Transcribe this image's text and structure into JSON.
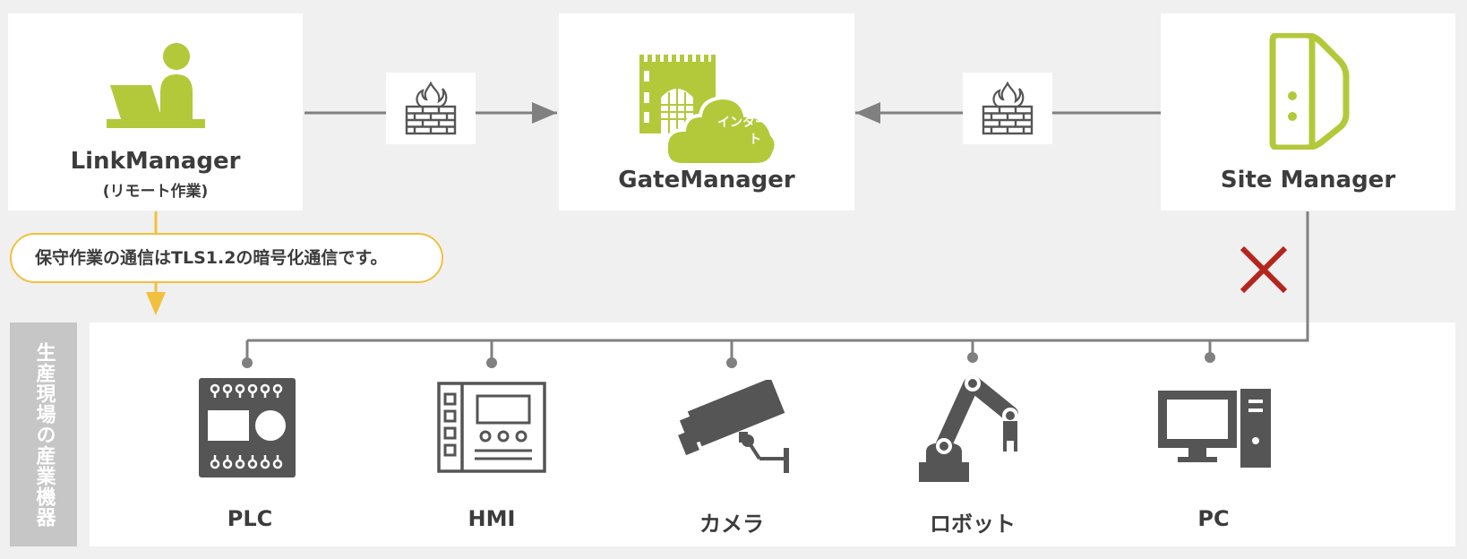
{
  "nodes": {
    "link_manager": {
      "title": "LinkManager",
      "subtitle": "(リモート作業)"
    },
    "gate_manager": {
      "title": "GateManager",
      "cloud_label_line1": "インターネッ",
      "cloud_label_line2": "ト"
    },
    "site_manager": {
      "title": "Site Manager"
    }
  },
  "callout": {
    "text": "保守作業の通信はTLS1.2の暗号化通信です。"
  },
  "field": {
    "label": "生産現場の産業機器"
  },
  "devices": [
    {
      "label": "PLC",
      "icon": "plc-icon"
    },
    {
      "label": "HMI",
      "icon": "hmi-icon"
    },
    {
      "label": "カメラ",
      "icon": "camera-icon"
    },
    {
      "label": "ロボット",
      "icon": "robot-arm-icon"
    },
    {
      "label": "PC",
      "icon": "pc-icon"
    }
  ],
  "colors": {
    "accent_green": "#b3c93a",
    "line_gray": "#808080",
    "icon_dark": "#555555",
    "callout_yellow": "#f2c03e",
    "blocked_red": "#b5251e"
  }
}
